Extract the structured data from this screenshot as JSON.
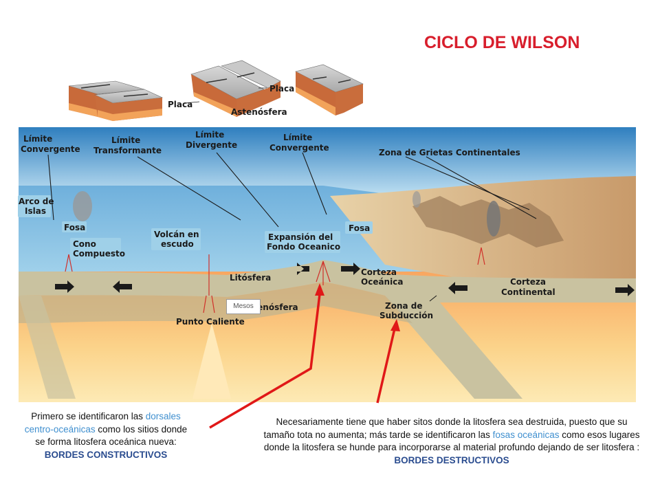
{
  "title": "CICLO DE WILSON",
  "block_labels": {
    "placa_left": "Placa",
    "placa_right": "Placa",
    "astenosfera": "Astenósfera"
  },
  "labels": {
    "limite_convergente_1": [
      "Límite",
      "Convergente"
    ],
    "limite_transformante": [
      "Límite",
      "Transformante"
    ],
    "limite_divergente": [
      "Límite",
      "Divergente"
    ],
    "limite_convergente_2": [
      "Límite",
      "Convergente"
    ],
    "zona_grietas": "Zona de Grietas Continentales",
    "arco_islas": [
      "Arco de",
      "Islas"
    ],
    "fosa_left": "Fosa",
    "cono_compuesto": [
      "Cono",
      "Compuesto"
    ],
    "volcan_escudo": [
      "Volcán en",
      "escudo"
    ],
    "expansion": [
      "Expansión del",
      "Fondo Oceanico"
    ],
    "fosa_right": "Fosa",
    "litosfera": "Litósfera",
    "corteza_oceanica": [
      "Corteza",
      "Oceánica"
    ],
    "corteza_continental": [
      "Corteza",
      "Continental"
    ],
    "astenosfera": "Astenósfera",
    "zona_subduccion": [
      "Zona de",
      "Subducción"
    ],
    "punto_caliente": "Punto Caliente"
  },
  "mesos_label": "Mesos",
  "caption_left": {
    "t1": "Primero se identificaron las",
    "hl": "dorsales centro-oceánicas",
    "t2": " como los sitios donde se forma litosfera oceánica nueva:",
    "bold": "BORDES CONSTRUCTIVOS"
  },
  "caption_right": {
    "t1": "Necesariamente tiene que haber sitos donde la litosfera sea destruida, puesto que su tamaño tota no aumenta; más tarde se identificaron las",
    "hl": "fosas oceánicas",
    "t2": " como esos lugares donde la litosfera se hunde para incorporarse al material profundo dejando de ser litosfera :",
    "bold": "BORDES DESTRUCTIVOS"
  }
}
